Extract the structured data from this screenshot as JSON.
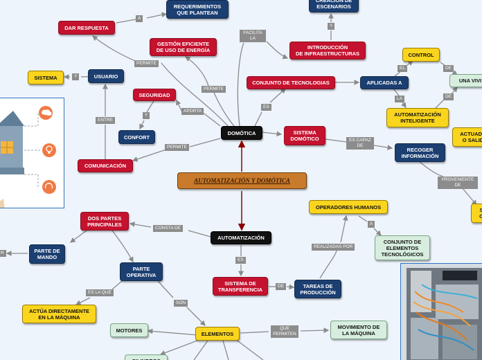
{
  "colors": {
    "red": "#c4122f",
    "navy": "#1c3f72",
    "black": "#111111",
    "yellow": "#fad51e",
    "mint": "#d7eede",
    "central": "#c97a2b",
    "label": "#8c8c8c",
    "link": "#8a8a8a",
    "arrow": "#8b0000"
  },
  "central": "AUTOMATIZACIÓN Y DOMÓTICA",
  "nodes": {
    "requerimientos": "REQUERIMIENTOS\nQUE PLANTEAN",
    "creacion": "CREACIÓN DE\nESCENARIOS",
    "dar_respuesta": "DAR RESPUESTA",
    "gestion": "GESTIÓN EFICIENTE\nDE USO DE ENERGÍA",
    "introduccion": "INTRODUCCIÓN\nDE INFRAESTRUCTURAS",
    "control": "CONTROL",
    "sistema": "SISTEMA",
    "usuario": "USUARIO",
    "conjunto_tec": "CONJUNTO DE TECNOLOGIAS",
    "aplicadas": "APLICADAS A",
    "una_vivienda": "UNA VIVI",
    "seguridad": "SEGURIDAD",
    "automatizacion_intel": "AUTOMATIZACIÓN\nINTELIGENTE",
    "domotica": "DOMÓTICA",
    "actuadores": "ACTUADO\nO SALID",
    "confort": "CONFORT",
    "sistema_domotico": "SISTEMA\nDOMÓTICO",
    "recoger": "RECOGER\nINFORMACIÓN",
    "comunicacion": "COMUNICACIÓN",
    "s_right": "S\nO",
    "operadores": "OPERADORES HUMANOS",
    "dos_partes": "DOS PARTES\nPRINCIPALES",
    "automatizacion": "AUTOMATIZACIÓN",
    "conjunto_elem": "CONJUNTO DE\nELEMENTOS\nTECNOLÓGICOS",
    "parte_mando": "PARTE DE\nMANDO",
    "parte_operativa": "PARTE\nOPERATIVA",
    "sistema_transf": "SISTEMA DE\nTRANSFERENCIA",
    "tareas": "TAREAS DE\nPRODUCCIÓN",
    "actua": "ACTÚA DIRECTAMENTE\nEN LA MÁQUINA",
    "motores": "MOTORES",
    "elementos": "ELEMENTOS",
    "movimiento": "MOVIMIENTO DE\nLA MÁQUINA",
    "cilindros": "CILINDROS"
  },
  "labels": {
    "a": "A",
    "y1": "Y",
    "facilita": "FACILITA\nLA",
    "permite_dar": "PERMITE",
    "y_sistema": "Y",
    "permite_gestion": "PERMITE",
    "el": "EL",
    "de_control": "DE",
    "la": "LA",
    "de_auto": "DE",
    "y_seguridad": "Y",
    "aporta": "APORTA",
    "es": "ES",
    "entre": "ENTRE",
    "es_capaz": "ES CAPAZ\nDE",
    "permite_com": "PERMITE",
    "proveniente": "PROVENIENTE\nDE",
    "a_oper": "A",
    "consta": "CONSTA DE",
    "realizadas": "REALIZADAS POR",
    "es_auto": "ES",
    "de_transf": "DE",
    "r_left": "R",
    "es_la_que": "ES LA QUE",
    "son": "SON",
    "que_permiten": "QUE\nPERMITEN"
  }
}
